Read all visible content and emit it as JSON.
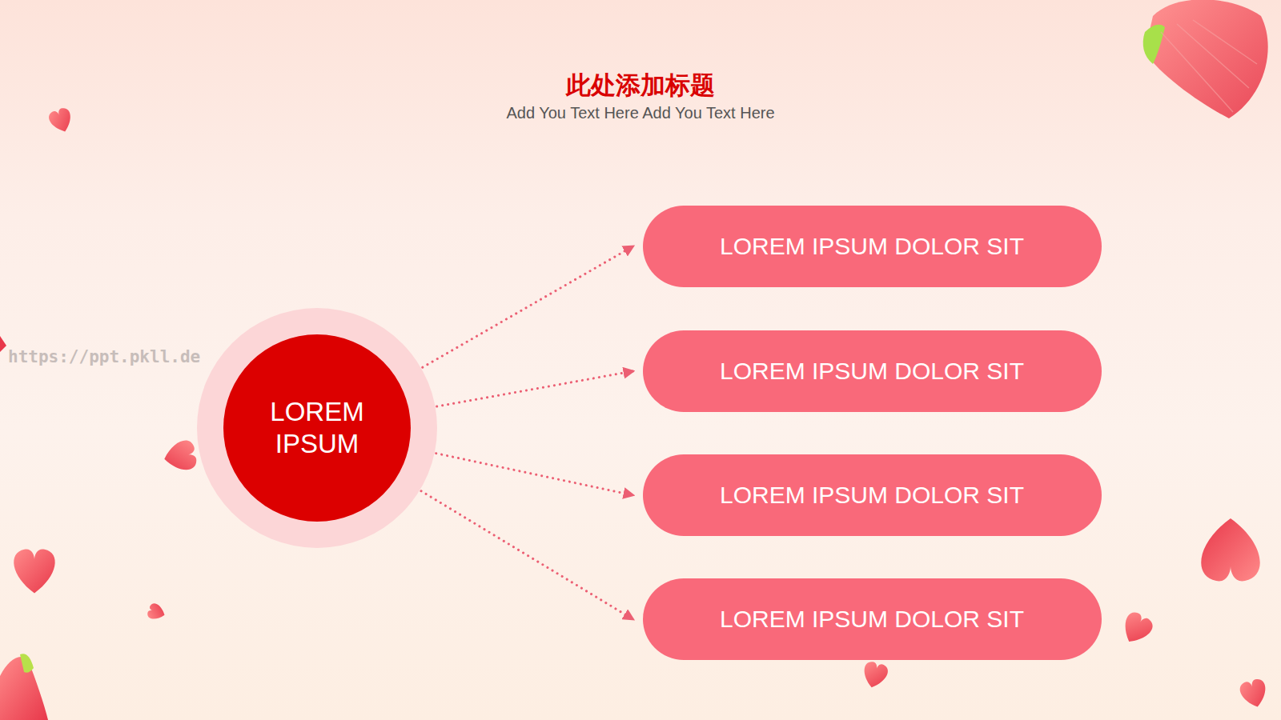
{
  "diagram": {
    "title": "此处添加标题",
    "nodes": [
      {
        "text": [
          "LOREM IPSUM"
        ]
      },
      {
        "text": [
          "LOREM IPSUM DOLOR SIT"
        ]
      },
      {
        "text": [
          "LOREM IPSUM DOLOR SIT"
        ]
      },
      {
        "text": [
          "LOREM IPSUM DOLOR SIT"
        ]
      },
      {
        "text": [
          "LOREM IPSUM DOLOR SIT"
        ]
      }
    ],
    "edges": [
      {
        "from": 0,
        "to": 1,
        "arrow": "to"
      },
      {
        "from": 0,
        "to": 2,
        "arrow": "to"
      },
      {
        "from": 0,
        "to": 3,
        "arrow": "to"
      },
      {
        "from": 0,
        "to": 4,
        "arrow": "to"
      }
    ],
    "labels": [
      "Add You Text Here Add You Text Here",
      "https://ppt.pkll.de"
    ]
  }
}
